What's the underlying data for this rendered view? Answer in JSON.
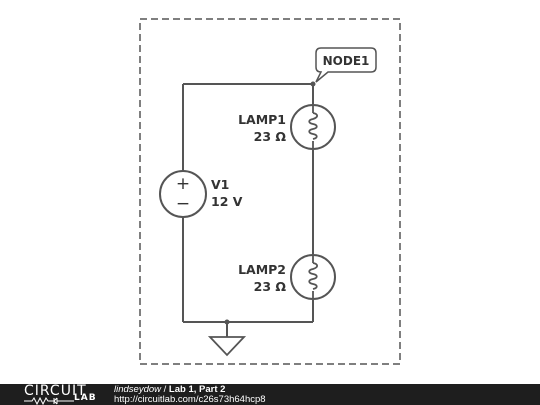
{
  "schematic": {
    "node_label": "NODE1",
    "source": {
      "name": "V1",
      "value": "12 V",
      "plus": "+",
      "minus": "−"
    },
    "lamps": [
      {
        "name": "LAMP1",
        "value": "23 Ω"
      },
      {
        "name": "LAMP2",
        "value": "23 Ω"
      }
    ]
  },
  "footer": {
    "logo_top": "CIRCUIT",
    "logo_bottom": "LAB",
    "author": "lindseydow",
    "separator": " / ",
    "title": "Lab 1, Part 2",
    "url": "http://circuitlab.com/c26s73h64hcp8"
  },
  "colors": {
    "wire": "#555555",
    "text": "#333333",
    "footer_bg": "#1e1e1e",
    "footer_text": "#ffffff"
  }
}
